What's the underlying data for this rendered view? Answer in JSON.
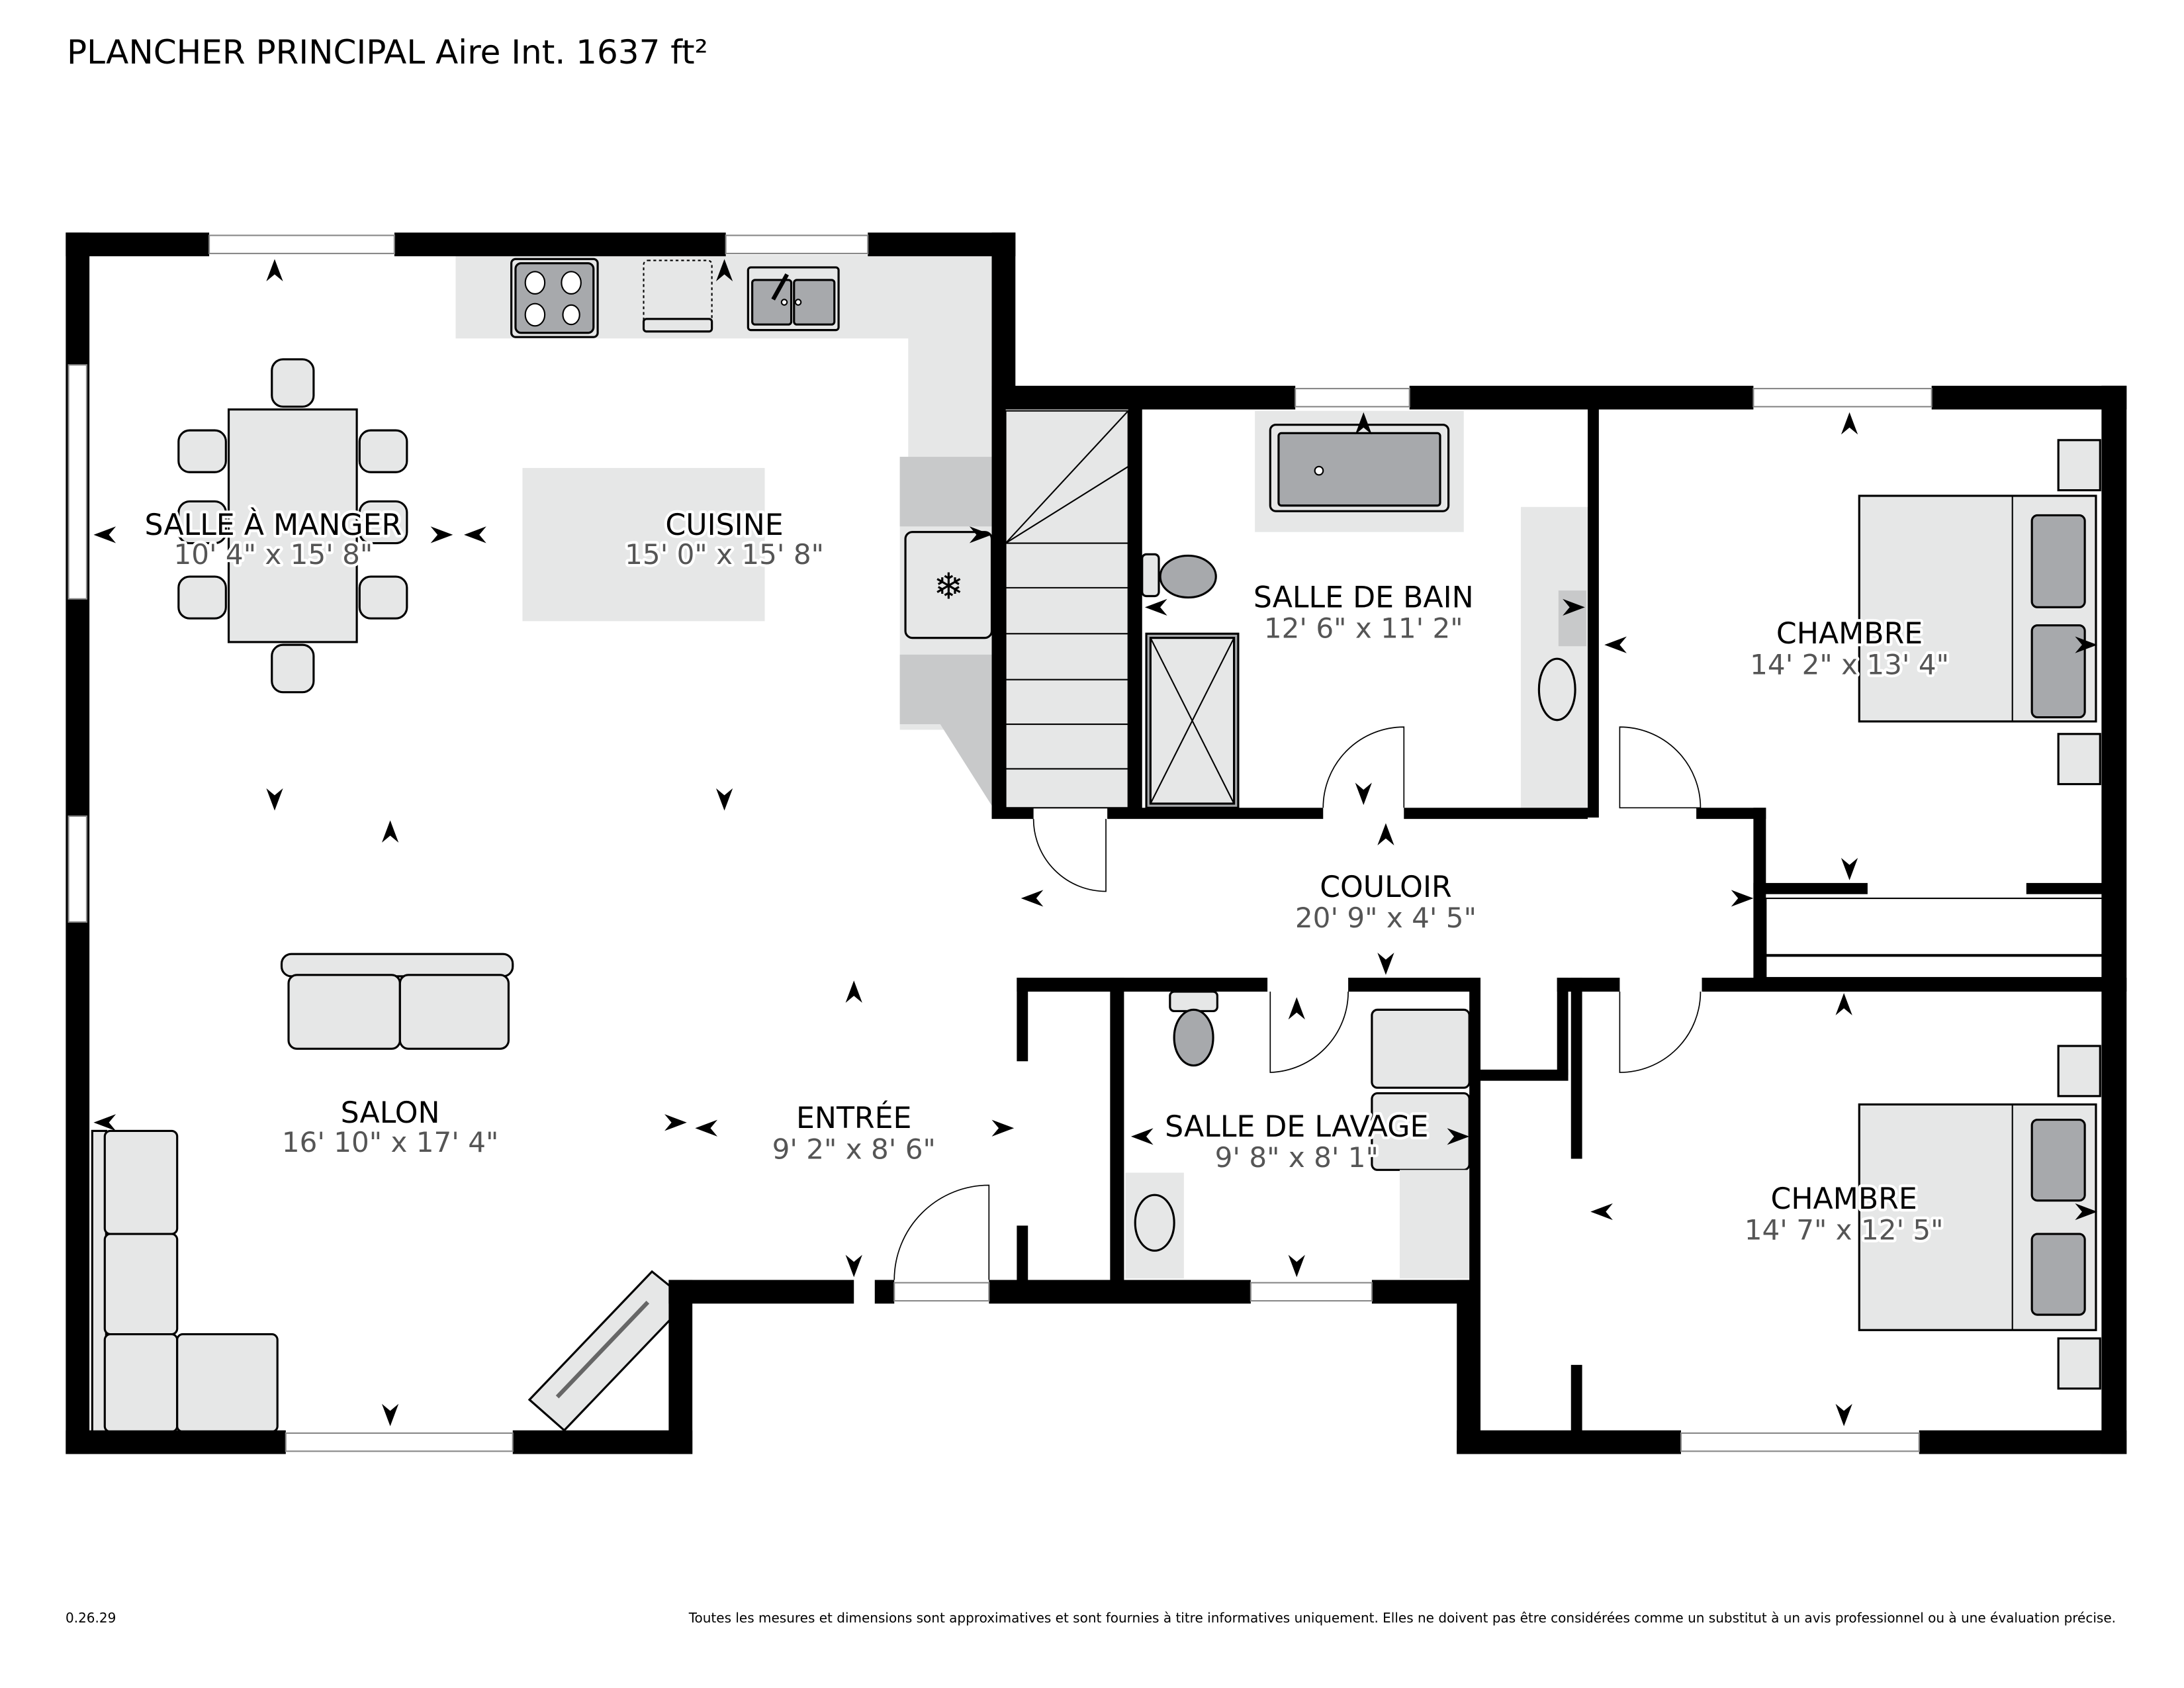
{
  "header": {
    "title": "PLANCHER PRINCIPAL Aire Int. 1637 ft²"
  },
  "rooms": [
    {
      "id": "salle-a-manger",
      "name": "SALLE À MANGER",
      "dimensions": "10' 4\" x 15' 8\""
    },
    {
      "id": "cuisine",
      "name": "CUISINE",
      "dimensions": "15' 0\" x 15' 8\""
    },
    {
      "id": "salle-de-bain",
      "name": "SALLE DE BAIN",
      "dimensions": "12' 6\" x 11' 2\""
    },
    {
      "id": "chambre-1",
      "name": "CHAMBRE",
      "dimensions": "14' 2\" x 13' 4\""
    },
    {
      "id": "couloir",
      "name": "COULOIR",
      "dimensions": "20' 9\" x 4' 5\""
    },
    {
      "id": "salon",
      "name": "SALON",
      "dimensions": "16' 10\" x 17' 4\""
    },
    {
      "id": "entree",
      "name": "ENTRÉE",
      "dimensions": "9' 2\" x 8' 6\""
    },
    {
      "id": "salle-de-lavage",
      "name": "SALLE DE LAVAGE",
      "dimensions": "9' 8\" x 8' 1\""
    },
    {
      "id": "chambre-2",
      "name": "CHAMBRE",
      "dimensions": "14' 7\" x 12' 5\""
    }
  ],
  "footer": {
    "version": "0.26.29",
    "disclaimer": "Toutes les mesures et dimensions sont approximatives et sont fournies à titre informatives uniquement. Elles ne doivent pas être considérées comme un substitut à un avis professionnel ou à une évaluation précise."
  },
  "colors": {
    "wall": "#000000",
    "fixture_fill": "#e6e7e7",
    "fixture_dark": "#a7a9ac",
    "dimension_text": "#555555"
  }
}
